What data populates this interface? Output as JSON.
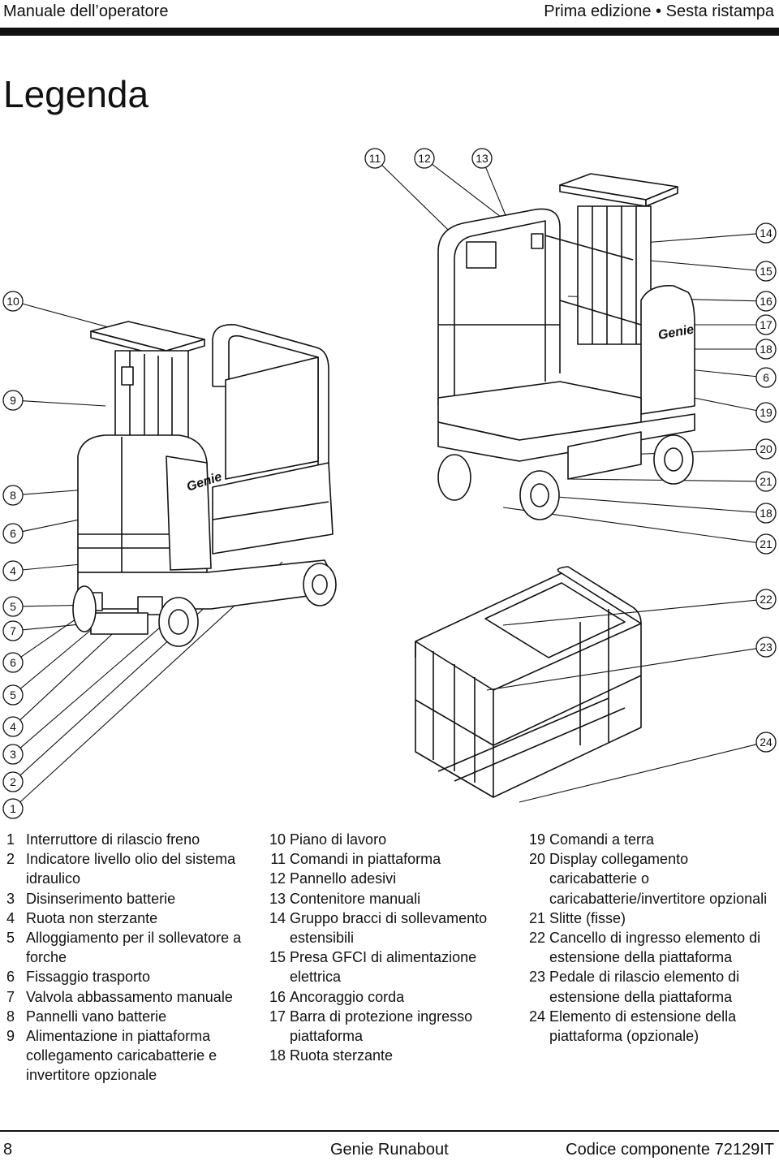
{
  "header": {
    "left": "Manuale dell’operatore",
    "right": "Prima edizione • Sesta ristampa"
  },
  "title": "Legenda",
  "figure": {
    "callouts_top": [
      "11",
      "12",
      "13"
    ],
    "callouts_left": [
      "10",
      "9",
      "8",
      "6",
      "4",
      "5",
      "7",
      "6",
      "5",
      "4",
      "3",
      "2",
      "1"
    ],
    "callouts_right": [
      "14",
      "15",
      "16",
      "17",
      "18",
      "6",
      "19",
      "20",
      "21",
      "18",
      "21",
      "22",
      "23",
      "24"
    ],
    "logo": "Genie"
  },
  "legend": {
    "col1": [
      {
        "num": "1",
        "text": "Interruttore di rilascio freno"
      },
      {
        "num": "2",
        "text": "Indicatore livello olio del sistema idraulico"
      },
      {
        "num": "3",
        "text": "Disinserimento batterie"
      },
      {
        "num": "4",
        "text": "Ruota non sterzante"
      },
      {
        "num": "5",
        "text": "Alloggiamento per il sollevatore a forche"
      },
      {
        "num": "6",
        "text": "Fissaggio trasporto"
      },
      {
        "num": "7",
        "text": "Valvola abbassamento manuale"
      },
      {
        "num": "8",
        "text": "Pannelli vano batterie"
      },
      {
        "num": "9",
        "text": "Alimentazione in piattaforma collegamento caricabatterie e invertitore opzionale"
      }
    ],
    "col2": [
      {
        "num": "10",
        "text": "Piano di lavoro"
      },
      {
        "num": "11",
        "text": "Comandi in piattaforma"
      },
      {
        "num": "12",
        "text": "Pannello adesivi"
      },
      {
        "num": "13",
        "text": "Contenitore manuali"
      },
      {
        "num": "14",
        "text": "Gruppo bracci di sollevamento estensibili"
      },
      {
        "num": "15",
        "text": "Presa GFCI di alimentazione elettrica"
      },
      {
        "num": "16",
        "text": "Ancoraggio corda"
      },
      {
        "num": "17",
        "text": "Barra di protezione ingresso piattaforma"
      },
      {
        "num": "18",
        "text": "Ruota sterzante"
      }
    ],
    "col3": [
      {
        "num": "19",
        "text": "Comandi a terra"
      },
      {
        "num": "20",
        "text": "Display collegamento caricabatterie o caricabatterie/invertitore opzionali"
      },
      {
        "num": "21",
        "text": "Slitte (fisse)"
      },
      {
        "num": "22",
        "text": "Cancello di ingresso elemento di estensione della piattaforma"
      },
      {
        "num": "23",
        "text": "Pedale di rilascio elemento di estensione della piattaforma"
      },
      {
        "num": "24",
        "text": "Elemento di estensione della piattaforma (opzionale)"
      }
    ]
  },
  "footer": {
    "page": "8",
    "product": "Genie  Runabout",
    "code": "Codice componente  72129IT"
  }
}
